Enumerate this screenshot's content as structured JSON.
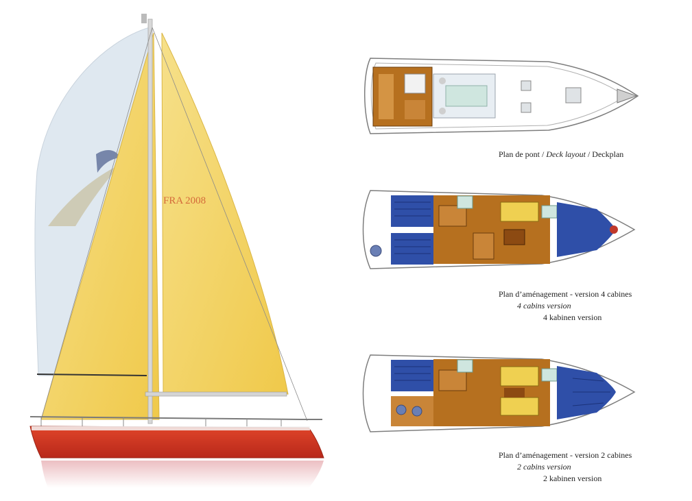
{
  "sailboat": {
    "sail_number": "FRA 2008",
    "colors": {
      "hull": "#d9331f",
      "sail": "#f4d86a",
      "spinnaker": "#dfe8f0",
      "deck_wood": "#b6701f",
      "cabin_blue": "#2f4fa8"
    }
  },
  "captions": {
    "deck": {
      "fr": "Plan de pont / ",
      "en": "Deck layout",
      "de": " / Deckplan"
    },
    "layout4": {
      "fr": "Plan d’aménagement - version 4 cabines",
      "en": "4 cabins version",
      "de": "4 kabinen version"
    },
    "layout2": {
      "fr": "Plan d’aménagement - version 2 cabines",
      "en": "2 cabins version",
      "de": "2 kabinen version"
    }
  }
}
